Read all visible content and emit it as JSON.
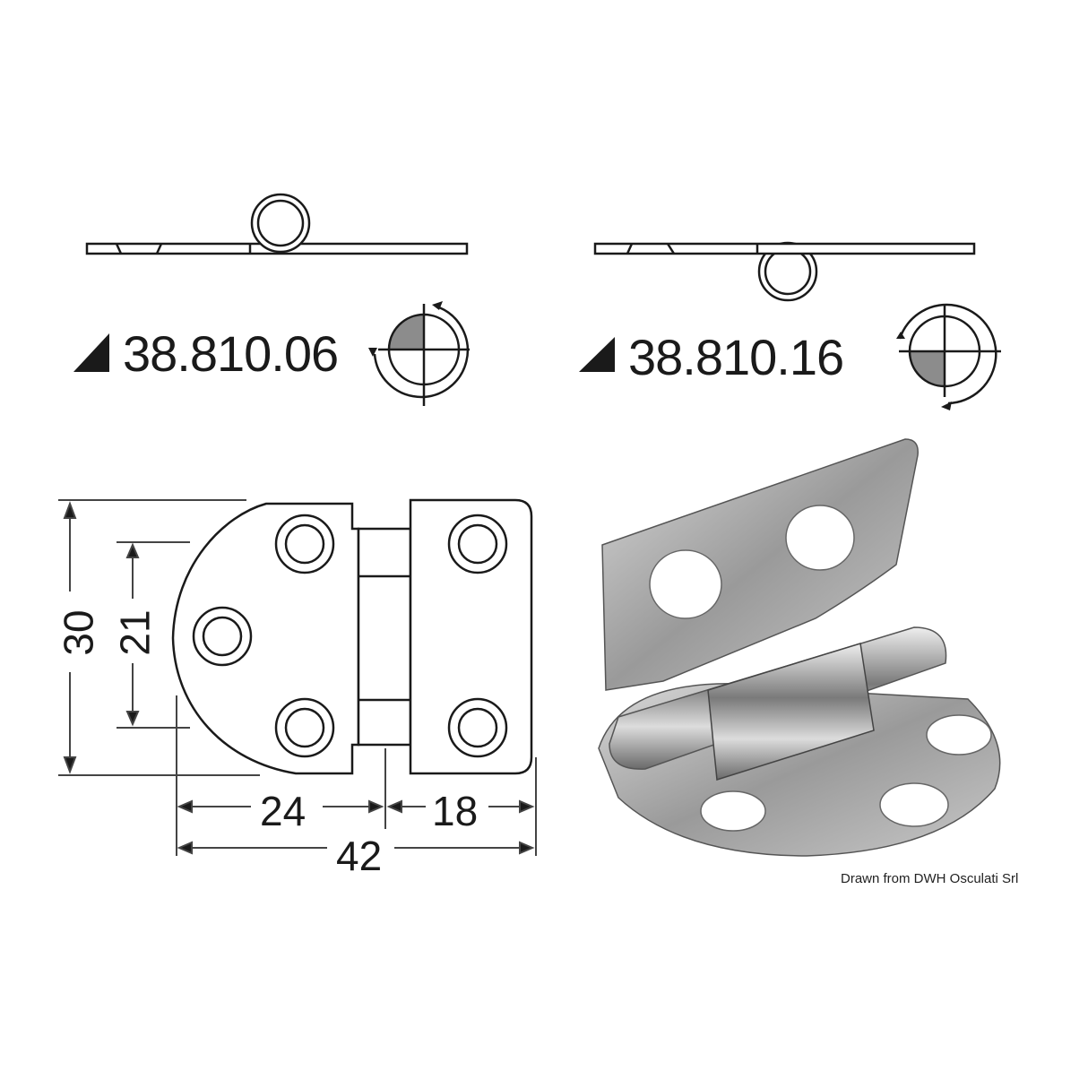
{
  "variants": [
    {
      "code": "38.810.06",
      "pin_position": "above",
      "shaded_quadrant": "top-left",
      "rotation": "counterclockwise"
    },
    {
      "code": "38.810.16",
      "pin_position": "below",
      "shaded_quadrant": "bottom-left",
      "rotation": "clockwise"
    }
  ],
  "dimensions": {
    "overall_height": "30",
    "hole_spacing_height": "21",
    "left_leaf_width": "24",
    "right_leaf_width": "18",
    "overall_width": "42"
  },
  "colors": {
    "line": "#1a1a1a",
    "shade": "#8c8c8c",
    "dim_line": "#555555"
  },
  "credit": "Drawn from DWH Osculati Srl"
}
